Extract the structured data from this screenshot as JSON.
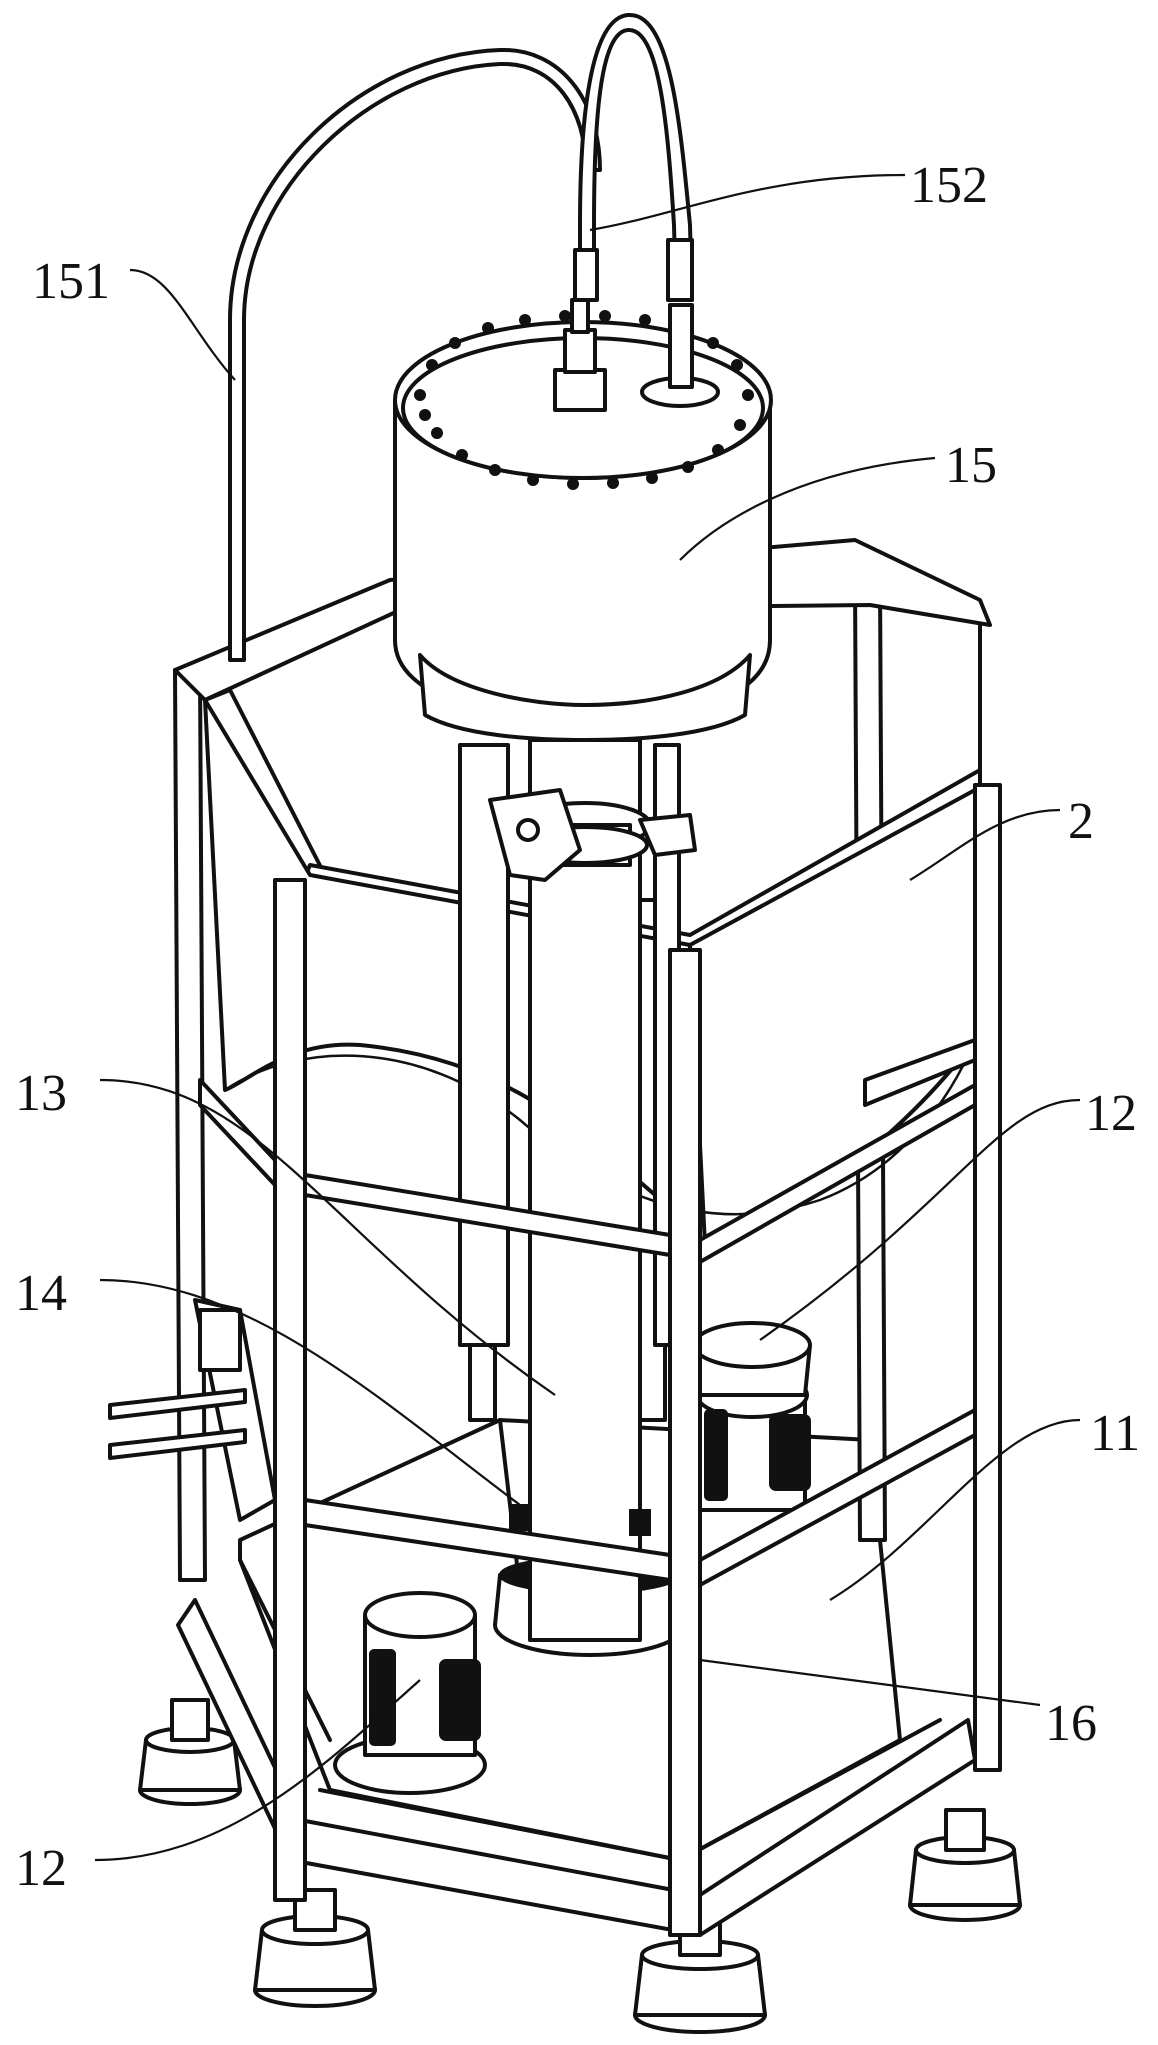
{
  "labels": {
    "l151": "151",
    "l152": "152",
    "l15": "15",
    "l2": "2",
    "l13": "13",
    "l12a": "12",
    "l14": "14",
    "l11": "11",
    "l16": "16",
    "l12b": "12"
  }
}
